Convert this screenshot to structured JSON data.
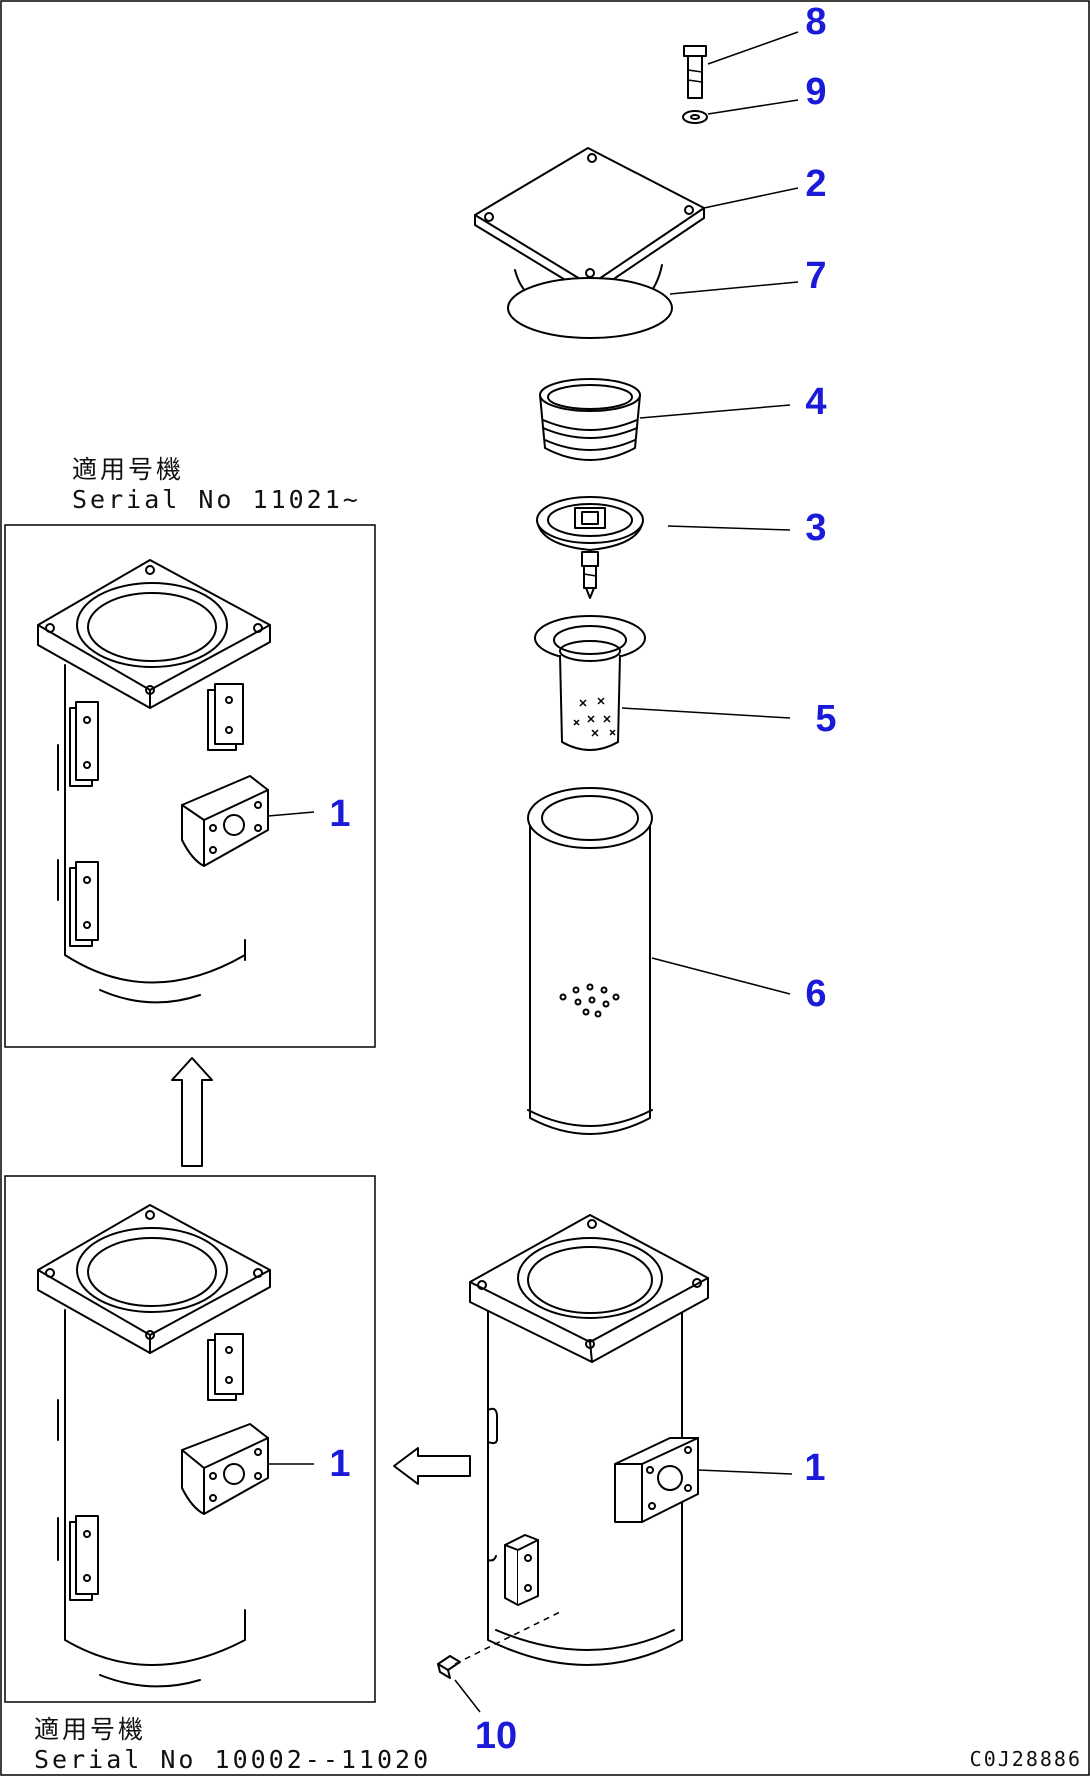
{
  "diagram": {
    "drawing_code": "C0J28886",
    "top_inset": {
      "serial_jp": "適用号機",
      "serial_no": "Serial No 11021~"
    },
    "bottom_inset": {
      "serial_jp": "適用号機",
      "serial_no": "Serial No 10002--11020"
    },
    "callouts": {
      "c8": "8",
      "c9": "9",
      "c2": "2",
      "c7": "7",
      "c4": "4",
      "c3": "3",
      "c5": "5",
      "c6": "6",
      "c1_main": "1",
      "c1_top": "1",
      "c1_bottom": "1",
      "c10": "10"
    }
  }
}
